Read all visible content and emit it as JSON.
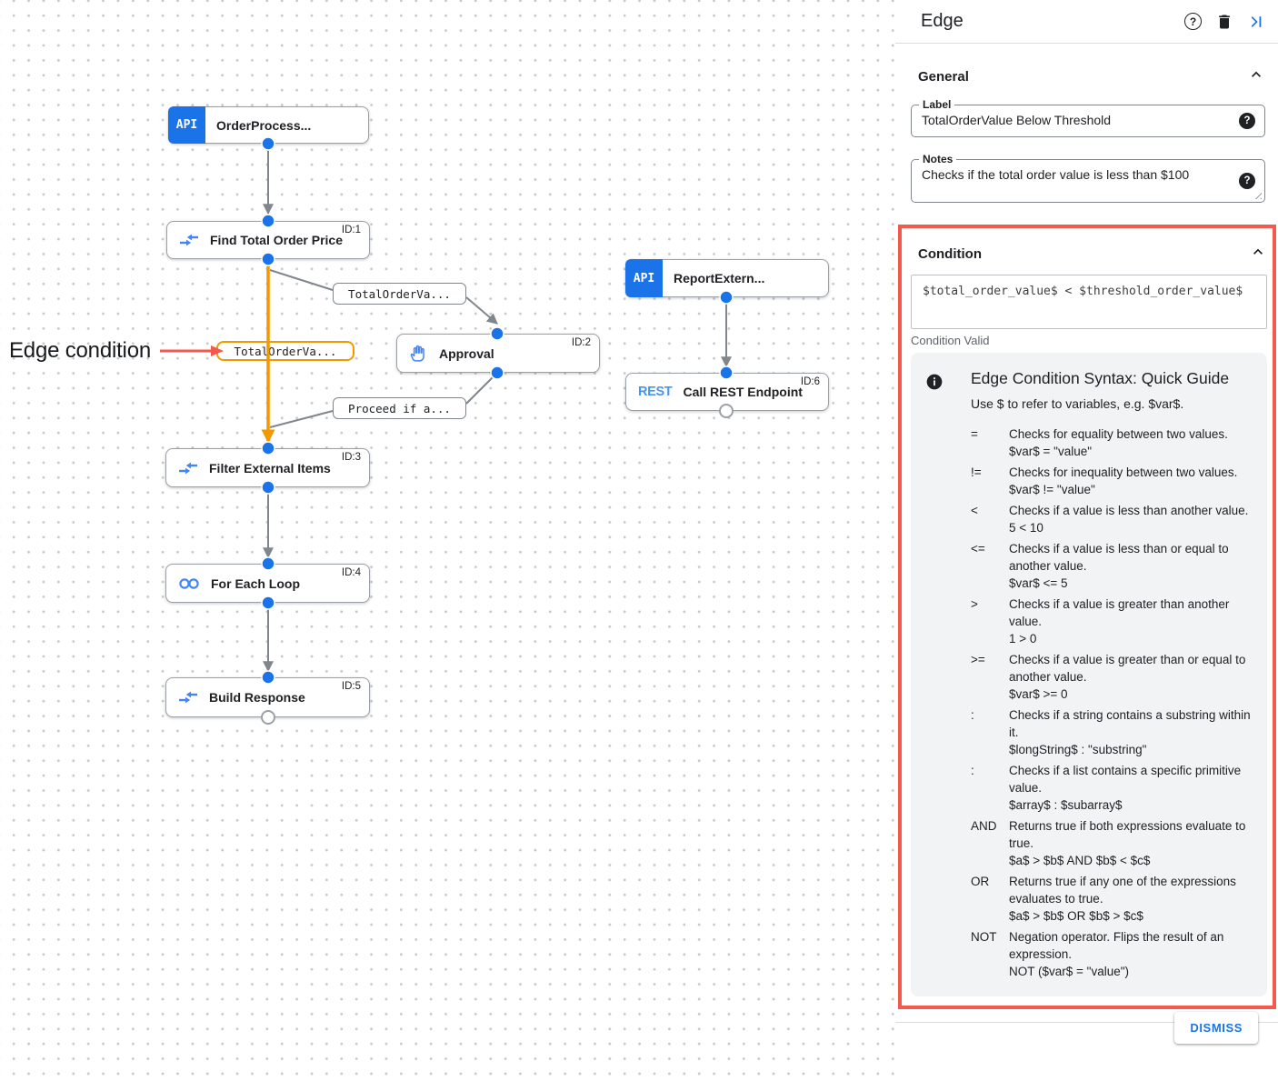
{
  "colors": {
    "accent_blue": "#1a73e8",
    "icon_blue": "#4285f4",
    "edge_gray": "#80868b",
    "selected_edge_orange": "#f29900",
    "highlight_red": "#f4594e",
    "guide_bg": "#f1f3f4"
  },
  "icons": {
    "help": "question-mark-circle-outline",
    "delete": "trash-can",
    "collapse_panel": "skip-to-end",
    "expand_less": "chevron-up",
    "info": "info-filled-circle",
    "field_help": "question-mark-filled-circle",
    "api_task": "API",
    "rest_task": "REST",
    "data_mapping": "converging-arrows",
    "approval": "raised-hand",
    "loop": "infinity"
  },
  "canvas": {
    "annotation": {
      "text": "Edge condition"
    },
    "nodes": [
      {
        "title": "OrderProcess...",
        "badge": "API",
        "id": ""
      },
      {
        "title": "Find Total Order Price",
        "id": "ID:1"
      },
      {
        "title": "Approval",
        "id": "ID:2"
      },
      {
        "title": "ReportExtern...",
        "badge": "API",
        "id": ""
      },
      {
        "title": "Call REST Endpoint",
        "badge": "REST",
        "id": "ID:6"
      },
      {
        "title": "Filter External Items",
        "id": "ID:3"
      },
      {
        "title": "For Each Loop",
        "id": "ID:4"
      },
      {
        "title": "Build Response",
        "id": "ID:5"
      }
    ],
    "edge_labels": [
      {
        "text": "TotalOrderVa...",
        "style": "gray"
      },
      {
        "text": "TotalOrderVa...",
        "style": "orange"
      },
      {
        "text": "Proceed if a...",
        "style": "gray"
      }
    ]
  },
  "panel": {
    "title": "Edge",
    "general": {
      "heading": "General",
      "label_caption": "Label",
      "label_value": "TotalOrderValue Below Threshold",
      "notes_caption": "Notes",
      "notes_value": "Checks if the total order value is less than $100"
    },
    "condition": {
      "heading": "Condition",
      "expression": "$total_order_value$ < $threshold_order_value$",
      "status": "Condition Valid",
      "guide": {
        "title": "Edge Condition Syntax: Quick Guide",
        "intro": "Use $ to refer to variables, e.g. $var$.",
        "rows": [
          {
            "op": "=",
            "desc": "Checks for equality between two values.",
            "example": "$var$ = \"value\""
          },
          {
            "op": "!=",
            "desc": "Checks for inequality between two values.",
            "example": "$var$ != \"value\""
          },
          {
            "op": "<",
            "desc": "Checks if a value is less than another value.",
            "example": "5 < 10"
          },
          {
            "op": "<=",
            "desc": "Checks if a value is less than or equal to another value.",
            "example": "$var$ <= 5"
          },
          {
            "op": ">",
            "desc": "Checks if a value is greater than another value.",
            "example": "1 > 0"
          },
          {
            "op": ">=",
            "desc": "Checks if a value is greater than or equal to another value.",
            "example": "$var$ >= 0"
          },
          {
            "op": ":",
            "desc": "Checks if a string contains a substring within it.",
            "example": "$longString$ : \"substring\""
          },
          {
            "op": ":",
            "desc": "Checks if a list contains a specific primitive value.",
            "example": "$array$ : $subarray$"
          },
          {
            "op": "AND",
            "desc": "Returns true if both expressions evaluate to true.",
            "example": "$a$ > $b$ AND $b$ < $c$"
          },
          {
            "op": "OR",
            "desc": "Returns true if any one of the expressions evaluates to true.",
            "example": "$a$ > $b$ OR $b$ > $c$"
          },
          {
            "op": "NOT",
            "desc": "Negation operator. Flips the result of an expression.",
            "example": "NOT ($var$ = \"value\")"
          }
        ]
      }
    },
    "dismiss_label": "DISMISS"
  }
}
